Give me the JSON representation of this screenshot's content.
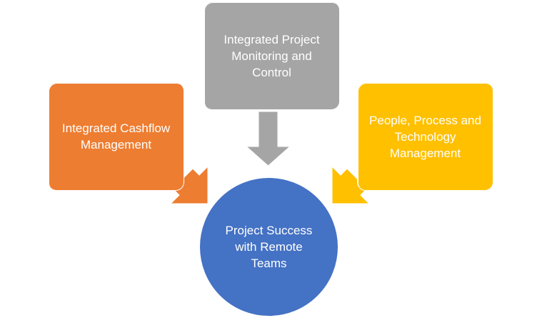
{
  "diagram": {
    "top_box": {
      "label": "Integrated Project\nMonitoring and\nControl",
      "color": "#A5A5A5"
    },
    "left_box": {
      "label": "Integrated Cashflow\nManagement",
      "color": "#ED7D31"
    },
    "right_box": {
      "label": "People, Process and\nTechnology\nManagement",
      "color": "#FFC000"
    },
    "center": {
      "label": "Project Success\nwith Remote\nTeams",
      "color": "#4472C4"
    }
  }
}
